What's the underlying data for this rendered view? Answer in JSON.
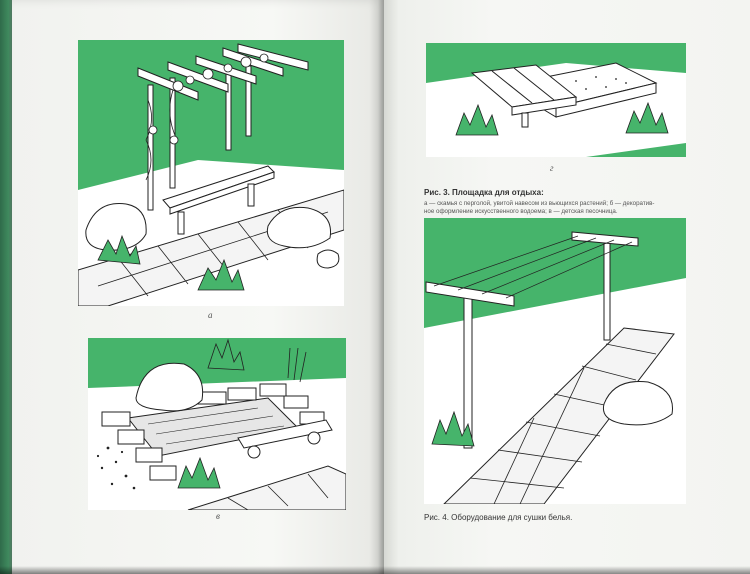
{
  "colors": {
    "panel_green": "#46b46b",
    "ground": "#ffffff",
    "ink": "#222222"
  },
  "left_page": {
    "figure_a": {
      "letter": "а"
    },
    "figure_v": {
      "letter": "в"
    }
  },
  "right_page": {
    "figure_g": {
      "letter": "г"
    },
    "fig3": {
      "title": "Рис. 3. Площадка для отдыха:",
      "line1": "а — скамья с перголой, увитой навесом из вьющихся растений; б — декоратив-",
      "line2": "ное оформление искусственного водоема; в — детская песочница."
    },
    "fig4": {
      "title": "Рис. 4. Оборудование для сушки белья."
    }
  }
}
